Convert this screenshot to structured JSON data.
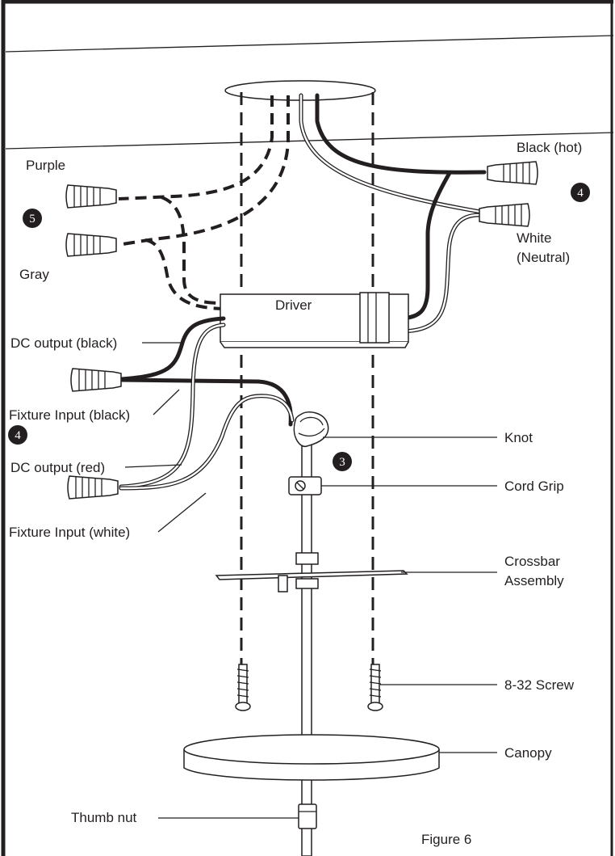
{
  "figure": {
    "caption": "Figure 6",
    "labels": {
      "purple": "Purple",
      "gray": "Gray",
      "black_hot": "Black (hot)",
      "white_neutral_line1": "White",
      "white_neutral_line2": "(Neutral)",
      "driver": "Driver",
      "dc_output_black": "DC output (black)",
      "fixture_input_black": "Fixture Input (black)",
      "dc_output_red": "DC output (red)",
      "fixture_input_white": "Fixture Input (white)",
      "knot": "Knot",
      "cord_grip": "Cord Grip",
      "crossbar_line1": "Crossbar",
      "crossbar_line2": "Assembly",
      "screw": "8-32 Screw",
      "canopy": "Canopy",
      "thumb_nut": "Thumb nut"
    },
    "step_badges": {
      "step_5": "5",
      "step_4_right": "4",
      "step_4_left": "4",
      "step_3": "3"
    }
  }
}
